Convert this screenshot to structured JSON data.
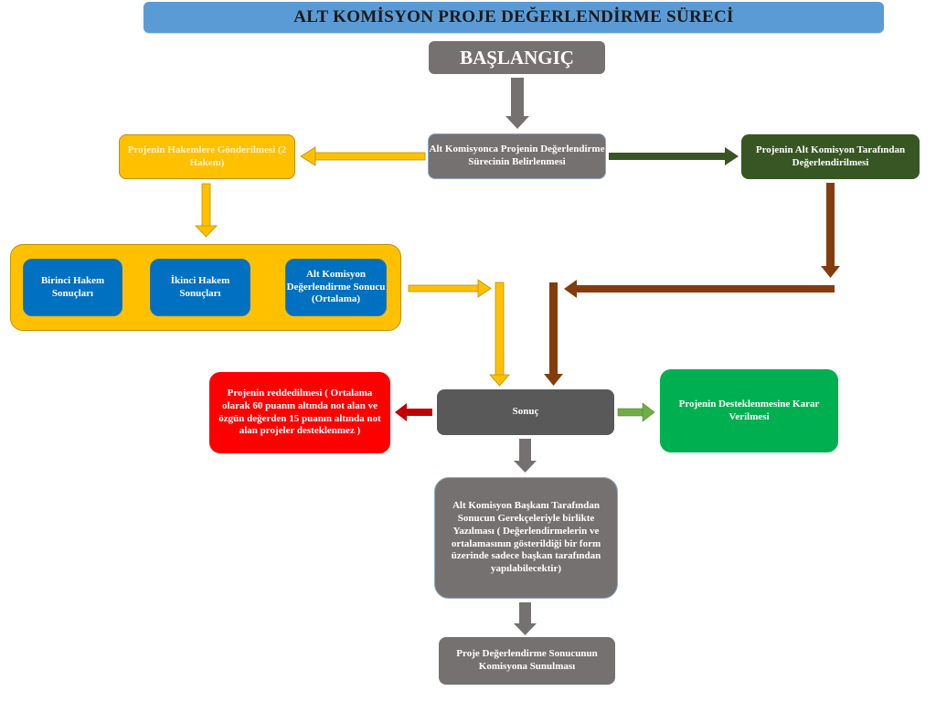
{
  "title": "ALT KOMİSYON PROJE DEĞERLENDİRME SÜRECİ",
  "nodes": {
    "start": "BAŞLANGIÇ",
    "determine_process": "Alt Komisyonca Projenin Değerlendirme Sürecinin Belirlenmesi",
    "send_to_referees": "Projenin Hakemlere Gönderilmesi (2 Hakem)",
    "committee_evaluation": "Projenin Alt Komisyon Tarafından Değerlendirilmesi",
    "first_referee_results": "Birinci Hakem Sonuçları",
    "second_referee_results": "İkinci Hakem Sonuçları",
    "committee_average": "Alt Komisyon Değerlendirme Sonucu (Ortalama)",
    "result": "Sonuç",
    "rejection": "Projenin reddedilmesi ( Ortalama olarak 60 puanın altında not alan ve özgün değerden 15 puanın altında not alan projeler desteklenmez )",
    "support_decision": "Projenin Desteklenmesine Karar Verilmesi",
    "president_writeup": "Alt Komisyon Başkanı Tarafından Sonucun Gerekçeleriyle birlikte Yazılması ( Değerlendirmelerin ve ortalamasının gösterildiği bir form üzerinde sadece başkan tarafından yapılabilecektir)",
    "submit_to_commission": "Proje Değerlendirme Sonucunun Komisyona Sunulması"
  },
  "colors": {
    "title_bar": "#5b9bd5",
    "gray_box": "#767171",
    "dark_gray_box": "#595959",
    "yellow": "#ffc000",
    "dark_green": "#375623",
    "blue": "#0070c0",
    "red": "#ff0000",
    "green": "#00b050",
    "brown_arrow": "#843c0c",
    "light_green_arrow": "#70ad47",
    "gray_arrow": "#767171"
  },
  "edges": [
    {
      "from": "start",
      "to": "determine_process",
      "color": "gray"
    },
    {
      "from": "determine_process",
      "to": "send_to_referees",
      "color": "yellow"
    },
    {
      "from": "determine_process",
      "to": "committee_evaluation",
      "color": "dark_green"
    },
    {
      "from": "send_to_referees",
      "to": "results_group",
      "color": "yellow"
    },
    {
      "from": "results_group",
      "to": "result",
      "color": "yellow"
    },
    {
      "from": "committee_evaluation",
      "to": "result",
      "color": "brown"
    },
    {
      "from": "result",
      "to": "rejection",
      "color": "red"
    },
    {
      "from": "result",
      "to": "support_decision",
      "color": "light_green"
    },
    {
      "from": "result",
      "to": "president_writeup",
      "color": "gray"
    },
    {
      "from": "president_writeup",
      "to": "submit_to_commission",
      "color": "gray"
    }
  ]
}
